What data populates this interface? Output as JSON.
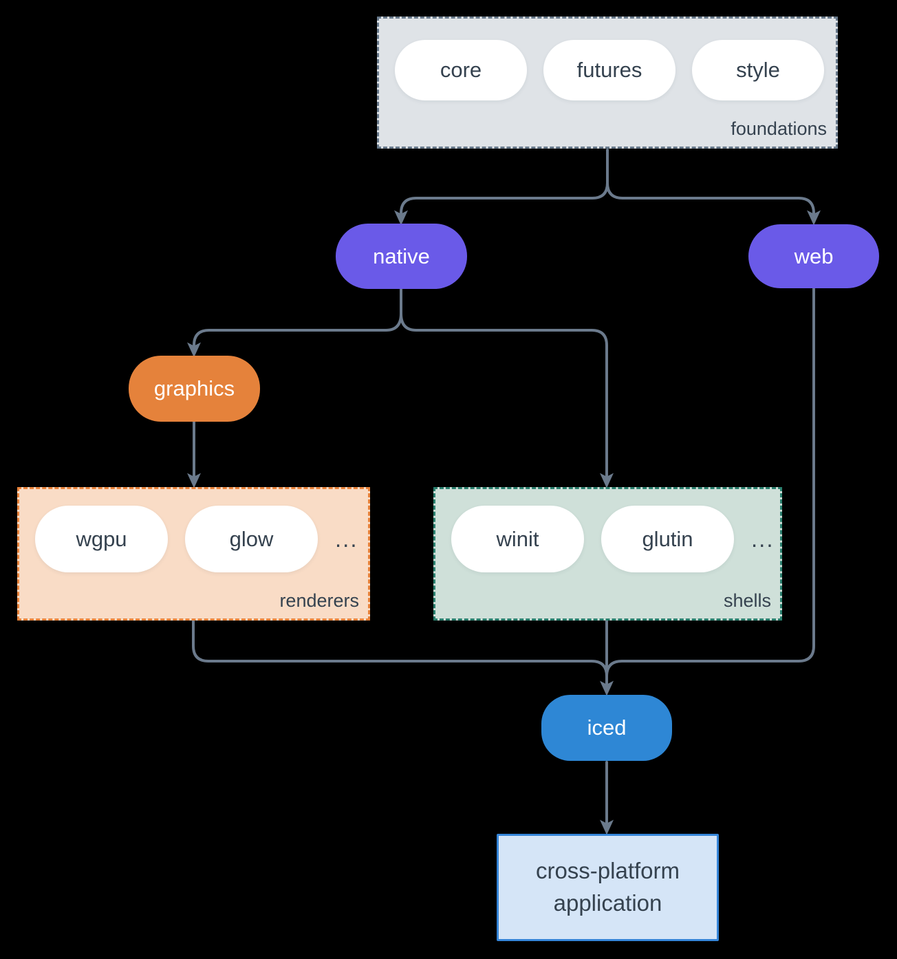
{
  "colors": {
    "background": "#000000",
    "connector": "#6b7a8c",
    "node_text_light": "#ffffff",
    "node_text_dark": "#35424f",
    "native_web_fill": "#6a5ae8",
    "graphics_fill": "#e5823b",
    "iced_fill": "#2e87d5",
    "foundations_fill": "#dfe3e7",
    "foundations_border": "#67788a",
    "renderers_fill": "#f9dcc6",
    "renderers_border": "#e8823a",
    "shells_fill": "#cfe0d9",
    "shells_border": "#2a7f6e",
    "app_fill": "#d5e5f7",
    "app_border": "#3585d8"
  },
  "groups": {
    "foundations": {
      "label": "foundations",
      "items": [
        "core",
        "futures",
        "style"
      ]
    },
    "renderers": {
      "label": "renderers",
      "items": [
        "wgpu",
        "glow"
      ],
      "ellipsis": "..."
    },
    "shells": {
      "label": "shells",
      "items": [
        "winit",
        "glutin"
      ],
      "ellipsis": "..."
    }
  },
  "nodes": {
    "native": {
      "label": "native"
    },
    "web": {
      "label": "web"
    },
    "graphics": {
      "label": "graphics"
    },
    "iced": {
      "label": "iced"
    },
    "application": {
      "label": "cross-platform application",
      "lines": [
        "cross-platform",
        "application"
      ]
    }
  }
}
